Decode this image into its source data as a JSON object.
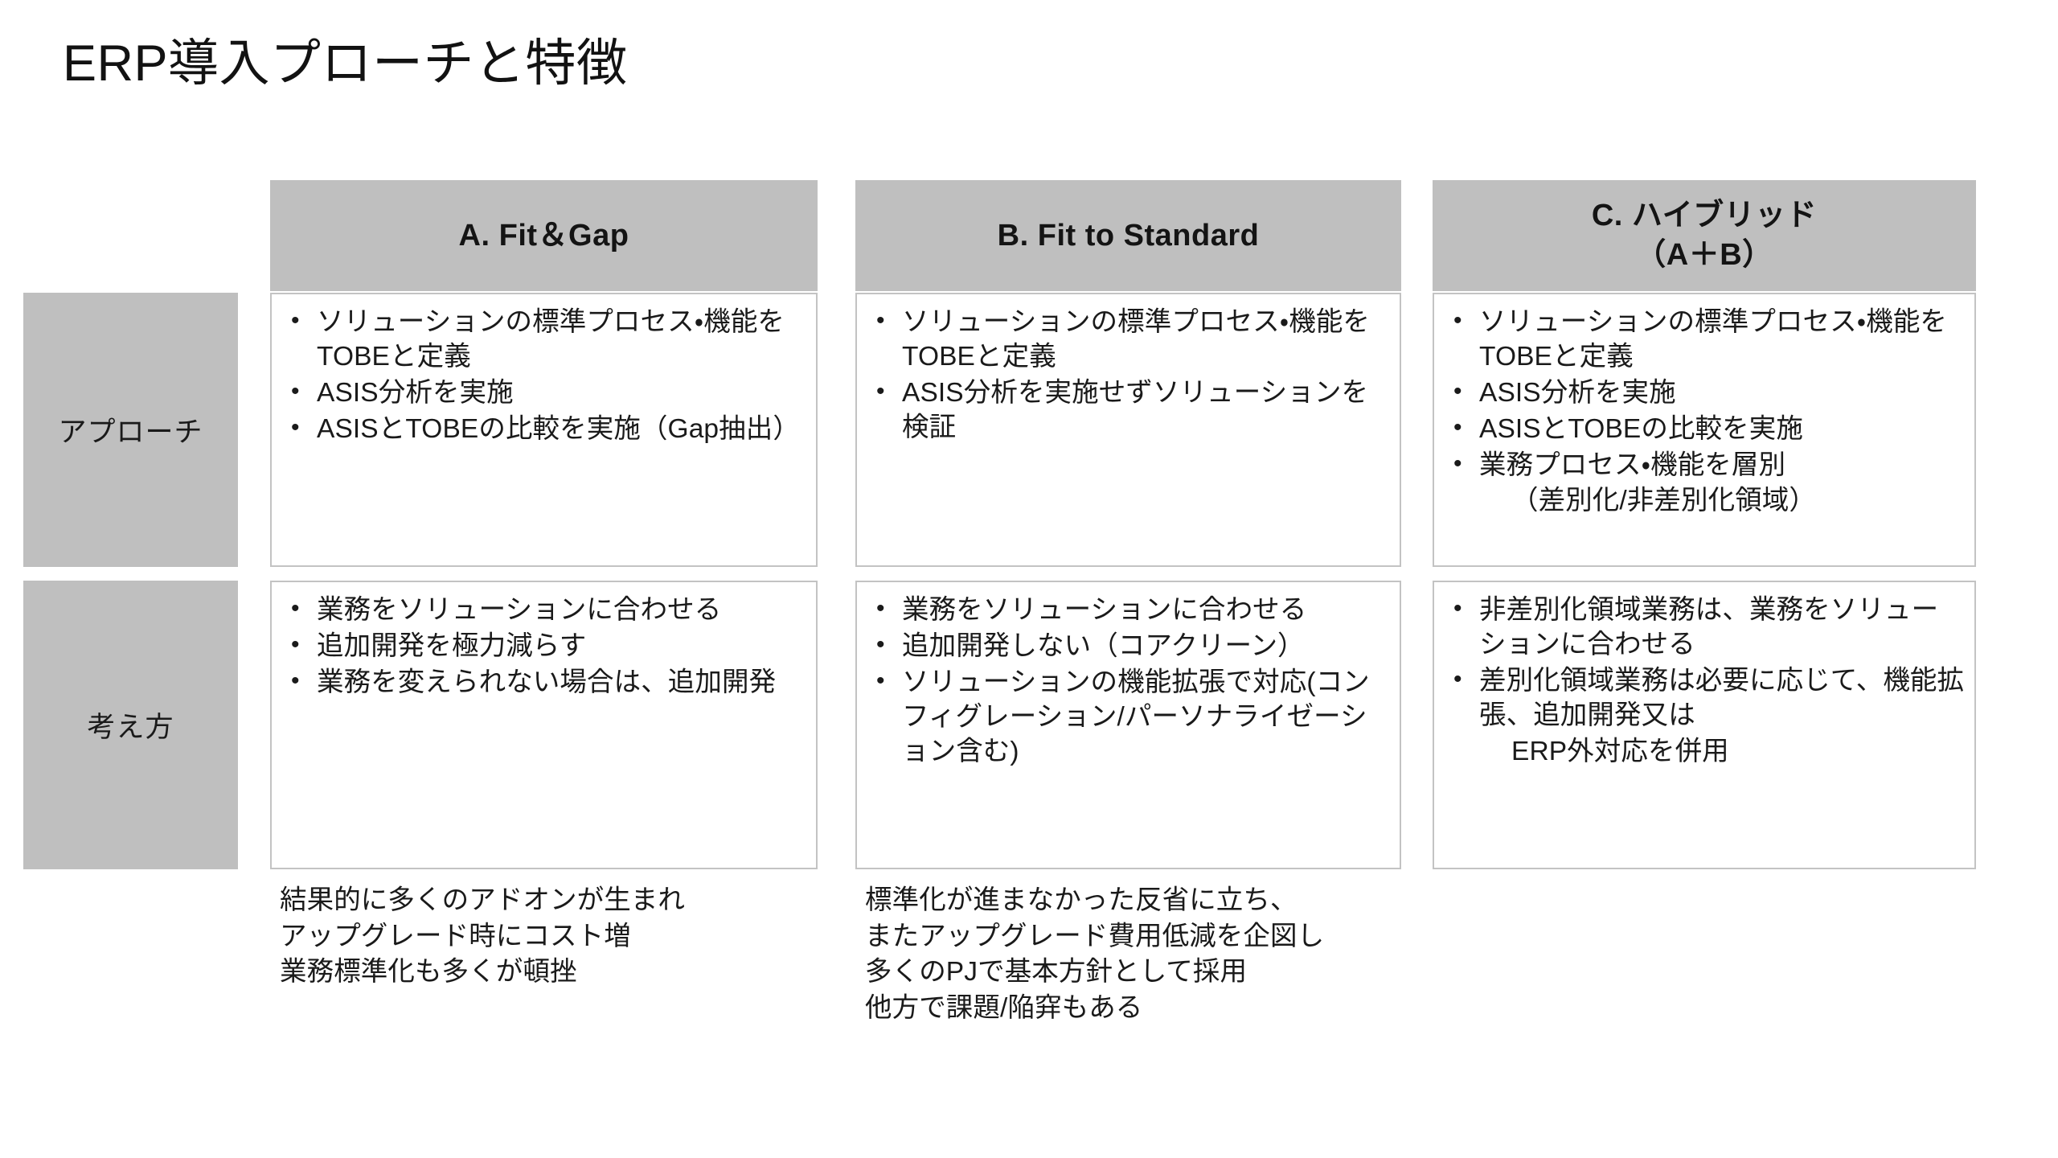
{
  "slide": {
    "title": "ERP導入プローチと特徴",
    "colors": {
      "header_fill": "#bfbfbf",
      "label_fill": "#bfbfbf",
      "cell_border": "#c3c3c3",
      "text": "#1a1a1a",
      "background": "#ffffff"
    }
  },
  "row_labels": [
    {
      "id": "approach",
      "label": "アプローチ"
    },
    {
      "id": "mindset",
      "label": "考え方"
    }
  ],
  "columns": [
    {
      "id": "a",
      "header_line1": "A. Fit＆Gap",
      "header_line2": "",
      "rows": {
        "approach": [
          {
            "text": "ソリューションの標準プロセス・機能をTOBEと定義",
            "indent": false
          },
          {
            "text": "ASIS分析を実施",
            "indent": false
          },
          {
            "text": "ASISとTOBEの比較を実施（Gap抽出）",
            "indent": false
          }
        ],
        "mindset": [
          {
            "text": "業務をソリューションに合わせる",
            "indent": false
          },
          {
            "text": "追加開発を極力減らす",
            "indent": false
          },
          {
            "text": "業務を変えられない場合は、追加開発",
            "indent": false
          }
        ]
      },
      "footnote": "結果的に多くのアドオンが生まれ\nアップグレード時にコスト増\n業務標準化も多くが頓挫"
    },
    {
      "id": "b",
      "header_line1": "B. Fit to Standard",
      "header_line2": "",
      "rows": {
        "approach": [
          {
            "text": "ソリューションの標準プロセス・機能をTOBEと定義",
            "indent": false
          },
          {
            "text": "ASIS分析を実施せずソリューションを検証",
            "indent": false
          }
        ],
        "mindset": [
          {
            "text": "業務をソリューションに合わせる",
            "indent": false
          },
          {
            "text": "追加開発しない（コアクリーン）",
            "indent": false
          },
          {
            "text": "ソリューションの機能拡張で対応(コンフィグレーション/パーソナライゼーション含む)",
            "indent": false
          }
        ]
      },
      "footnote": "標準化が進まなかった反省に立ち、\nまたアップグレード費用低減を企図し\n多くのPJで基本方針として採用\n他方で課題/陥穽もある"
    },
    {
      "id": "c",
      "header_line1": "C. ハイブリッド",
      "header_line2": "（A＋B）",
      "rows": {
        "approach": [
          {
            "text": "ソリューションの標準プロセス・機能をTOBEと定義",
            "indent": false
          },
          {
            "text": "ASIS分析を実施",
            "indent": false
          },
          {
            "text": "ASISとTOBEの比較を実施",
            "indent": false
          },
          {
            "text": "業務プロセス・機能を層別",
            "indent": false
          },
          {
            "text": "（差別化/非差別化領域）",
            "indent": true
          }
        ],
        "mindset": [
          {
            "text": "非差別化領域業務は、業務をソリューションに合わせる",
            "indent": false
          },
          {
            "text": "差別化領域業務は必要に応じて、機能拡張、追加開発又は",
            "indent": false
          },
          {
            "text": "ERP外対応を併用",
            "indent": true
          }
        ]
      },
      "footnote": ""
    }
  ]
}
